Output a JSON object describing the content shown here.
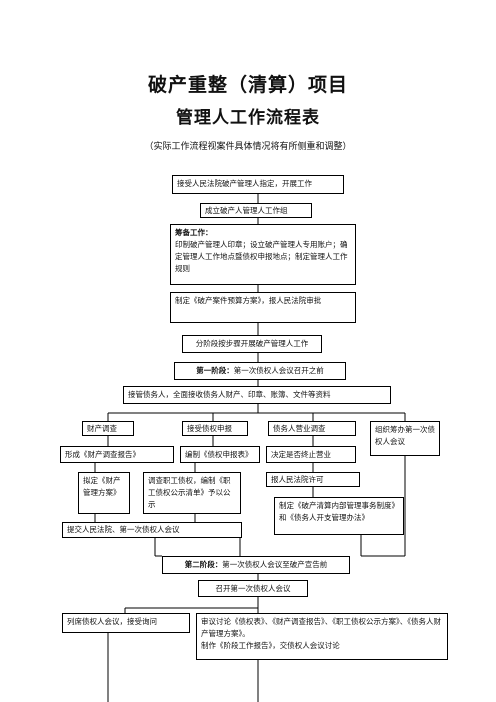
{
  "header": {
    "title": "破产重整（清算）项目",
    "subtitle": "管理人工作流程表",
    "note": "（实际工作流程视案件具体情况将有所侧重和调整）"
  },
  "flow": {
    "step1": "接受人民法院破产管理人指定，开展工作",
    "step2": "成立破产人管理人工作组",
    "prep_title": "筹备工作：",
    "prep_body": "印制破产管理人印章；设立破产管理人专用账户；确定管理人工作地点暨债权申报地点；制定管理人工作规则",
    "step4": "制定《破产案件预算方案》，报人民法院审批",
    "step5": "分阶段按步骤开展破产管理人工作",
    "stage1_label": "第一阶段：",
    "stage1_text": "第一次债权人会议召开之前",
    "takeover": "接管债务人，全面接收债务人财产、印章、账簿、文件等资料",
    "col1_top": "财产调查",
    "col1_b": "形成《财产调查报告》",
    "col1_c": "拟定《财产管理方案》",
    "col2_top": "接受债权申报",
    "col2_b": "编制《债权申报表》",
    "col2_c": "调查职工债权，编制《职工债权公示清单》予以公示",
    "col3_top": "债务人营业调查",
    "col3_b": "决定是否终止营业",
    "col3_c": "报人民法院许可",
    "col3_d": "制定《破产清算内部管理事务制度》和《债务人开支管理办法》",
    "col4_top": "组织筹办第一次债权人会议",
    "submit": "提交人民法院、第一次债权人会议",
    "stage2_label": "第二阶段：",
    "stage2_text": "第一次债权人会议至破产宣告前",
    "meeting1": "召开第一次债权人会议",
    "attend": "列席债权人会议，接受询问",
    "review": "审议讨论《债权表》、《财产调查报告》、《职工债权公示方案》、《债务人财产管理方案》。",
    "review2": "制作《阶段工作报告》，交债权人会议讨论"
  }
}
